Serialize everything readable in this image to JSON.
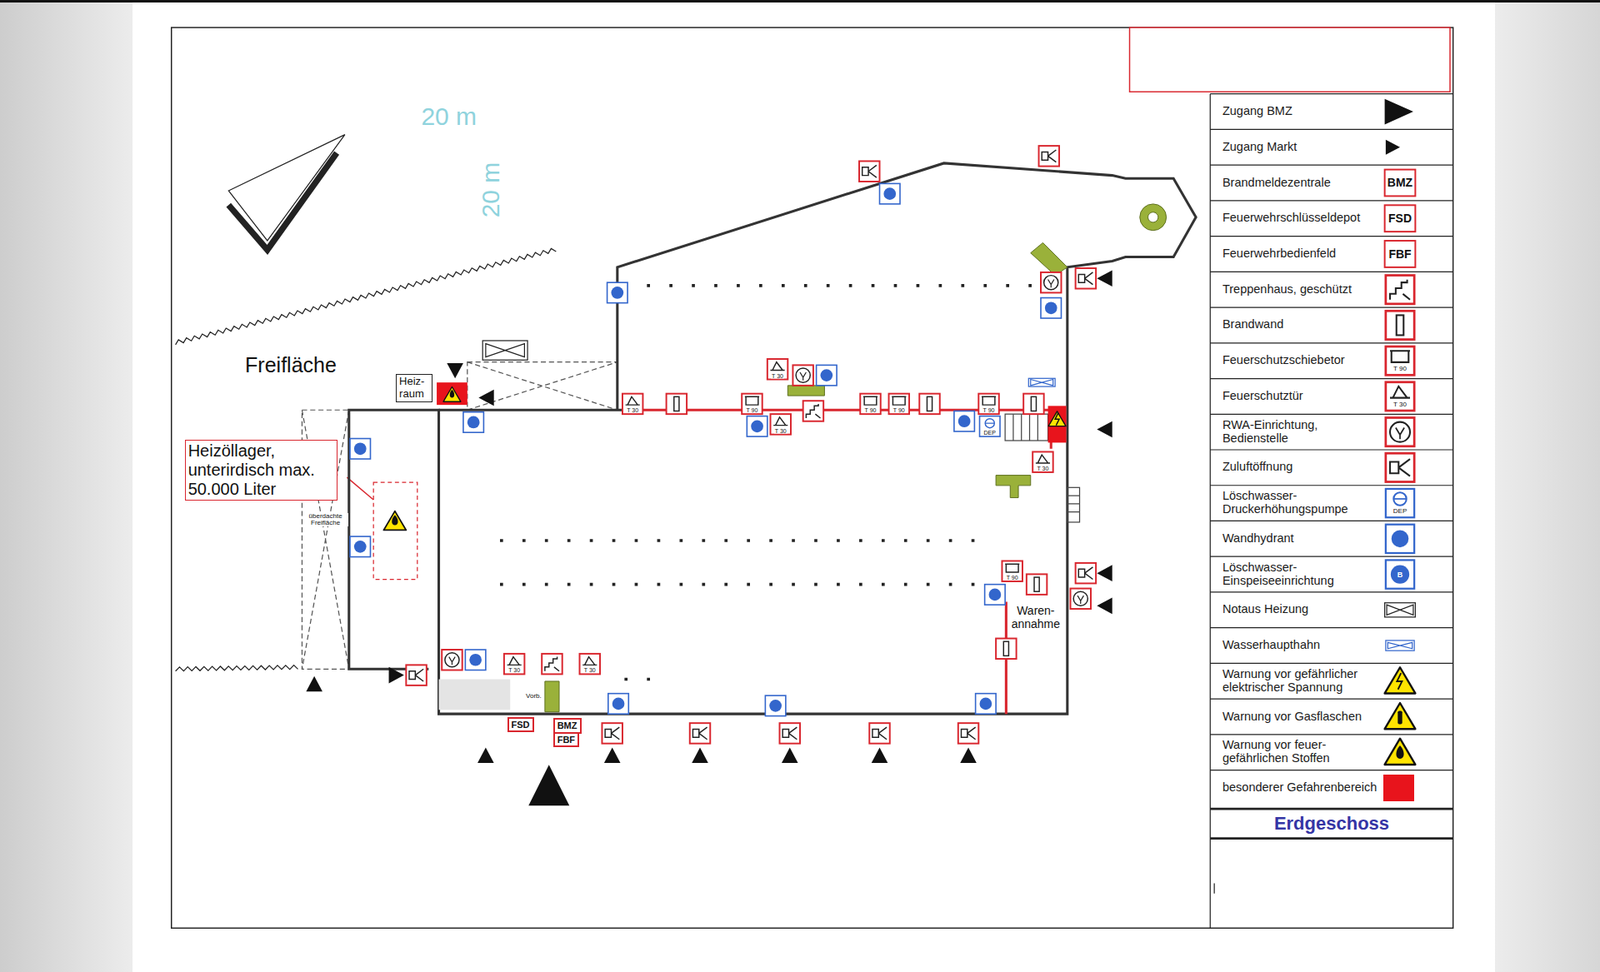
{
  "diagram": {
    "title": "Erdgeschoss",
    "nodes": [
      {
        "text": [
          "Heiz- raum"
        ]
      },
      {
        "text": [
          "Heizöllager, unterirdisch max. 50.000 Liter"
        ]
      },
      {
        "text": [
          "FSD"
        ]
      },
      {
        "text": [
          "BMZ"
        ]
      },
      {
        "text": [
          "FBF"
        ]
      }
    ],
    "labels": [
      "20 m",
      "20 m",
      "Freifläche",
      "überdachte Freifläche",
      "Waren- annahme",
      "Vorb.",
      "DEP",
      "T 30",
      "T 90",
      "T 30",
      "T 30",
      "T 90",
      "T 90",
      "T 90",
      "T 30",
      "T 90",
      "T 30",
      "T 30",
      "BMZ",
      "FSD",
      "FBF",
      "T 90",
      "T 30",
      "DEP",
      "B"
    ],
    "legend": [
      {
        "text": "Zugang BMZ"
      },
      {
        "text": "Zugang Markt"
      },
      {
        "text": "Brandmeldezentrale"
      },
      {
        "text": "Feuerwehrschlüsseldepot"
      },
      {
        "text": "Feuerwehrbedienfeld"
      },
      {
        "text": "Treppenhaus, geschützt"
      },
      {
        "text": "Brandwand"
      },
      {
        "text": "Feuerschutzschiebetor"
      },
      {
        "text": "Feuerschutztür"
      },
      {
        "text": "RWA-Einrichtung, Bedienstelle"
      },
      {
        "text": "Zuluftöffnung"
      },
      {
        "text": "Löschwasser- Druckerhöhungspumpe"
      },
      {
        "text": "Wandhydrant"
      },
      {
        "text": "Löschwasser- Einspeiseeinrichtung"
      },
      {
        "text": "Notaus Heizung"
      },
      {
        "text": "Wasserhaupthahn"
      },
      {
        "text": "Warnung vor gefährlicher elektrischer Spannung"
      },
      {
        "text": "Warnung vor Gasflaschen"
      },
      {
        "text": "Warnung vor feuer- gefährlichen Stoffen"
      },
      {
        "text": "besonderer Gefahrenbereich",
        "color": "#e8141c"
      }
    ]
  }
}
